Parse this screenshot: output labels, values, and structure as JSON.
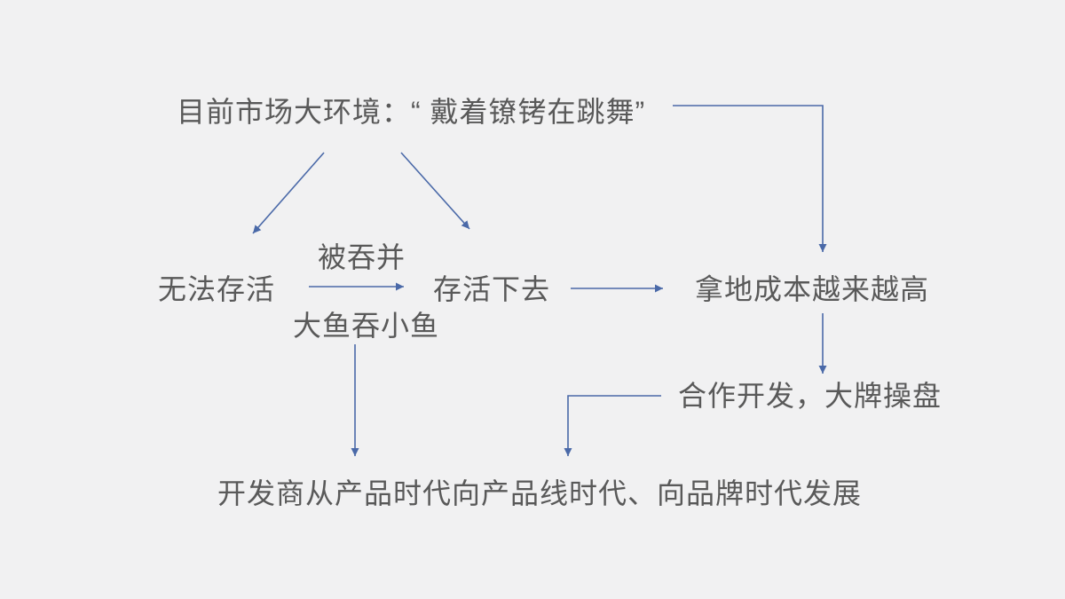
{
  "slide": {
    "background": "#f1f1f2",
    "text_color": "#595959",
    "arrow_color": "#4a69a8",
    "title": "目前市场大环境：“ 戴着镣铐在跳舞”",
    "nodes": {
      "cannot_survive": "无法存活",
      "merged": "被吞并",
      "big_fish_eats_small_fish": "大鱼吞小鱼",
      "survive": "存活下去",
      "land_cost": "拿地成本越来越高",
      "coop_development": "合作开发，大牌操盘",
      "conclusion": "开发商从产品时代向产品线时代、向品牌时代发展"
    }
  }
}
